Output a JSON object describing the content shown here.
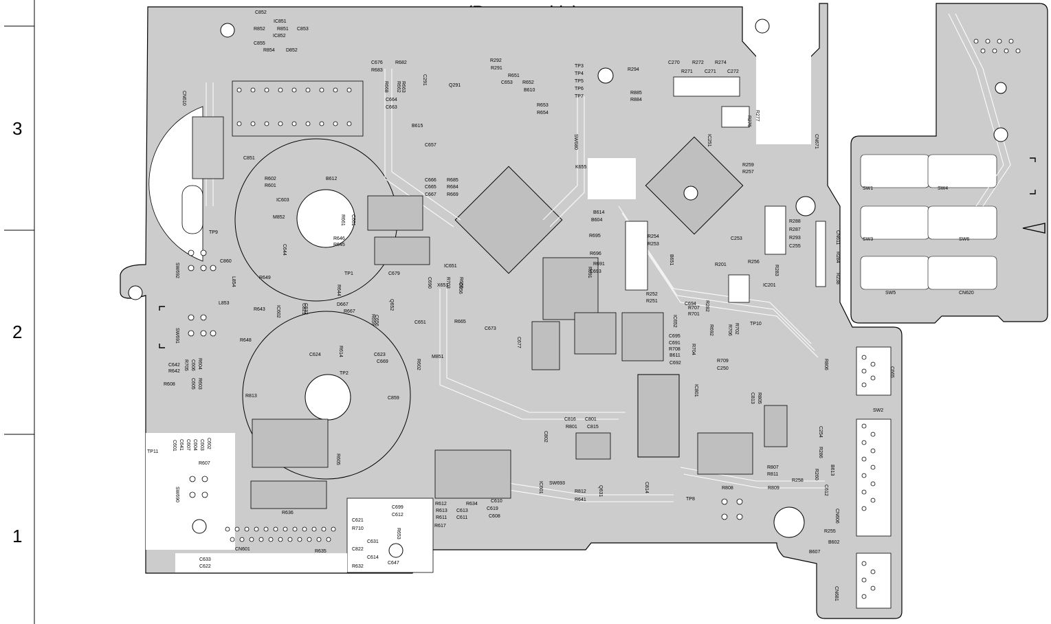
{
  "title": "(Reverse side)",
  "grid_rows": [
    "3",
    "2",
    "1"
  ],
  "labels": {
    "horizontal": [
      "C852",
      "IC851",
      "R852",
      "R851",
      "C853",
      "IC852",
      "C855",
      "R854",
      "D852",
      "C676",
      "R682",
      "R683",
      "R292",
      "R291",
      "R651",
      "C653",
      "R652",
      "B610",
      "TP3",
      "TP4",
      "TP5",
      "TP6",
      "TP7",
      "R294",
      "C270",
      "R272",
      "R274",
      "R271",
      "C271",
      "C272",
      "R885",
      "R884",
      "R653",
      "R654",
      "Q291",
      "C664",
      "C663",
      "B615",
      "C657",
      "C851",
      "R602",
      "R601",
      "IC603",
      "B612",
      "C666",
      "R685",
      "C665",
      "R684",
      "C667",
      "R669",
      "K655",
      "B614",
      "B604",
      "R695",
      "R254",
      "R253",
      "R259",
      "R257",
      "R288",
      "R287",
      "R293",
      "C255",
      "M852",
      "R646",
      "R645",
      "TP9",
      "C860",
      "TP1",
      "C679",
      "X651",
      "IC651",
      "R696",
      "R691",
      "C693",
      "R201",
      "R256",
      "IC201",
      "C253",
      "R252",
      "R251",
      "C694",
      "R649",
      "R643",
      "D667",
      "R667",
      "R665",
      "C651",
      "C673",
      "R707",
      "R701",
      "R708",
      "C695",
      "C691",
      "B611",
      "C692",
      "R709",
      "C250",
      "TP10",
      "L853",
      "R648",
      "C624",
      "C623",
      "C669",
      "M851",
      "TP2",
      "C859",
      "R813",
      "C816",
      "C801",
      "R801",
      "C815",
      "R812",
      "R641",
      "C642",
      "R642",
      "R608",
      "TP11",
      "R607",
      "R636",
      "CN601",
      "R635",
      "C633",
      "C622",
      "C621",
      "R710",
      "C699",
      "C612",
      "C822",
      "C631",
      "C614",
      "R632",
      "C647",
      "R612",
      "R613",
      "C613",
      "R611",
      "C611",
      "C610",
      "C619",
      "C608",
      "R617",
      "R634",
      "SW693",
      "TP8",
      "R808",
      "R807",
      "R811",
      "R809",
      "R258",
      "R255",
      "B602",
      "B607",
      "SW2",
      "SW1",
      "SW4",
      "SW3",
      "SW6",
      "SW5",
      "CN620"
    ],
    "vertical": [
      "CN610",
      "SW692",
      "SW691",
      "SW690",
      "SW680",
      "CN671",
      "IC251",
      "R277",
      "R276",
      "C291",
      "R662",
      "R663",
      "R668",
      "C661",
      "R661",
      "C644",
      "L854",
      "R644",
      "IC602",
      "C632",
      "Q652",
      "C690",
      "C656",
      "R659",
      "R614",
      "C677",
      "R602",
      "R691",
      "R705",
      "C606",
      "R604",
      "C605",
      "R603",
      "C641",
      "C607",
      "C604",
      "C603",
      "C602",
      "C601",
      "R605",
      "IC601",
      "Q631",
      "C802",
      "C814",
      "IC801",
      "C813",
      "R805",
      "R806",
      "C254",
      "R286",
      "R260",
      "C612",
      "B613",
      "C665",
      "CN606",
      "CN681",
      "CN611",
      "R284",
      "R238",
      "R283",
      "B651",
      "R282",
      "R692",
      "R706",
      "R702",
      "R704",
      "IC652",
      "R703",
      "C656",
      "R650",
      "R653",
      "C821",
      "C632"
    ]
  }
}
